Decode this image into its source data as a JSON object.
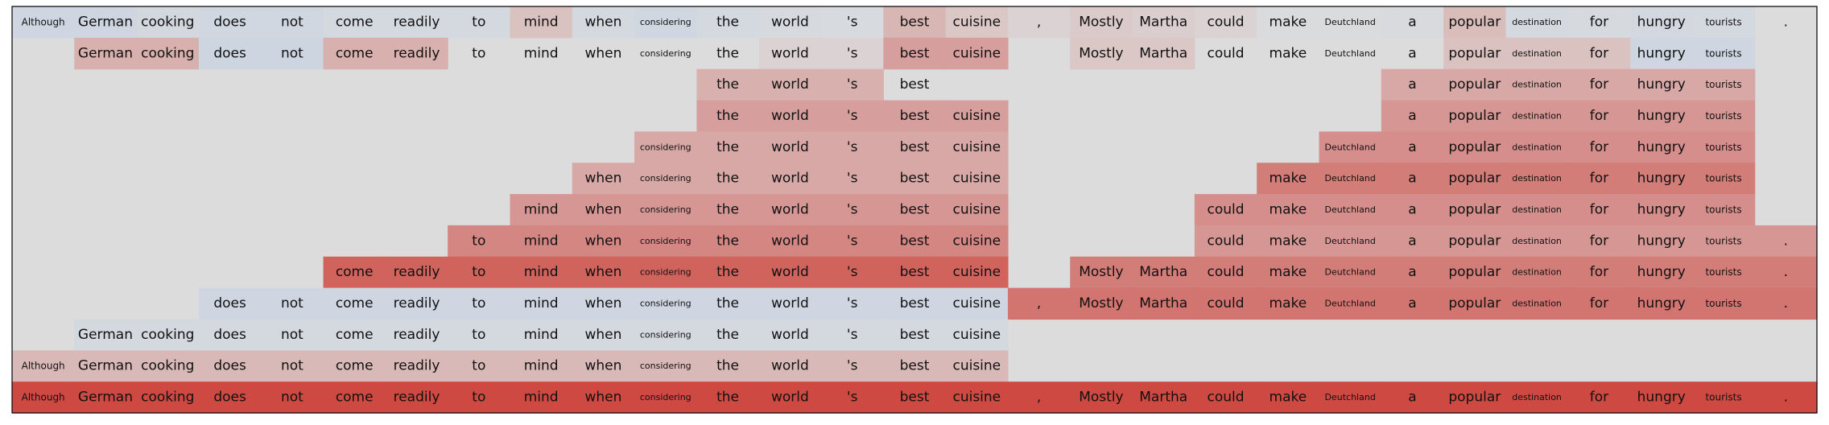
{
  "chart_data": {
    "type": "heatmap",
    "title": "",
    "tokens": [
      "Although",
      "German",
      "cooking",
      "does",
      "not",
      "come",
      "readily",
      "to",
      "mind",
      "when",
      "considering",
      "the",
      "world",
      "'s",
      "best",
      "cuisine",
      ",",
      "Mostly",
      "Martha",
      "could",
      "make",
      "Deutchland",
      "a",
      "popular",
      "destination",
      "for",
      "hungry",
      "tourists",
      "."
    ],
    "row_spans": [
      [
        0,
        28
      ],
      [
        1,
        15
      ],
      [
        11,
        14
      ],
      [
        11,
        15
      ],
      [
        10,
        15
      ],
      [
        9,
        15
      ],
      [
        8,
        15
      ],
      [
        7,
        15
      ],
      [
        5,
        15
      ],
      [
        3,
        15
      ],
      [
        1,
        15
      ],
      [
        0,
        15
      ],
      [
        0,
        28
      ]
    ],
    "row_spans_b": [
      null,
      [
        17,
        27
      ],
      [
        22,
        27
      ],
      [
        22,
        27
      ],
      [
        21,
        27
      ],
      [
        20,
        27
      ],
      [
        19,
        27
      ],
      [
        19,
        28
      ],
      [
        17,
        28
      ],
      [
        16,
        28
      ],
      null,
      null,
      null
    ],
    "score_scale": "-1 (blue) to +1 (red), 0 = grey background",
    "values": [
      [
        -0.25,
        -0.25,
        -0.18,
        -0.22,
        -0.22,
        -0.15,
        -0.15,
        -0.15,
        0.15,
        -0.15,
        -0.22,
        -0.15,
        -0.12,
        -0.1,
        0.22,
        0.12,
        0.05,
        0.1,
        0.08,
        0.05,
        -0.05,
        -0.05,
        -0.08,
        0.18,
        -0.15,
        -0.12,
        -0.2,
        -0.15,
        0.0
      ],
      [
        0,
        0.25,
        0.25,
        -0.3,
        -0.3,
        0.25,
        0.25,
        0,
        0,
        0,
        0,
        0,
        0.05,
        0.05,
        0.35,
        0.35,
        0,
        0.12,
        0.12,
        0,
        0,
        0,
        0,
        0.15,
        0.15,
        0.15,
        -0.25,
        -0.25,
        0
      ],
      [
        0,
        0,
        0,
        0,
        0,
        0,
        0,
        0,
        0,
        0,
        0,
        0.25,
        0.25,
        0.25,
        0,
        0,
        0,
        0,
        0,
        0,
        0,
        0,
        0.3,
        0.3,
        0.3,
        0.3,
        0.3,
        0.3,
        0
      ],
      [
        0,
        0,
        0,
        0,
        0,
        0,
        0,
        0,
        0,
        0,
        0,
        0.35,
        0.35,
        0.35,
        0.35,
        0.35,
        0,
        0,
        0,
        0,
        0,
        0,
        0.4,
        0.4,
        0.4,
        0.4,
        0.4,
        0.4,
        0
      ],
      [
        0,
        0,
        0,
        0,
        0,
        0,
        0,
        0,
        0,
        0,
        0.3,
        0.3,
        0.3,
        0.3,
        0.3,
        0.3,
        0,
        0,
        0,
        0,
        0,
        0.45,
        0.45,
        0.45,
        0.45,
        0.45,
        0.45,
        0.45,
        0
      ],
      [
        0,
        0,
        0,
        0,
        0,
        0,
        0,
        0,
        0,
        0.3,
        0.3,
        0.3,
        0.3,
        0.3,
        0.3,
        0.3,
        0,
        0,
        0,
        0,
        0.55,
        0.55,
        0.55,
        0.55,
        0.55,
        0.55,
        0.55,
        0.55,
        0
      ],
      [
        0,
        0,
        0,
        0,
        0,
        0,
        0,
        0,
        0.4,
        0.4,
        0.4,
        0.4,
        0.4,
        0.4,
        0.4,
        0.4,
        0,
        0,
        0,
        0.45,
        0.45,
        0.45,
        0.45,
        0.45,
        0.45,
        0.45,
        0.45,
        0.45,
        0
      ],
      [
        0,
        0,
        0,
        0,
        0,
        0,
        0,
        0.5,
        0.5,
        0.5,
        0.5,
        0.5,
        0.5,
        0.5,
        0.5,
        0.5,
        0,
        0,
        0,
        0.4,
        0.4,
        0.4,
        0.4,
        0.4,
        0.4,
        0.4,
        0.4,
        0.4,
        0.4
      ],
      [
        0,
        0,
        0,
        0,
        0,
        0.7,
        0.7,
        0.7,
        0.7,
        0.7,
        0.7,
        0.7,
        0.7,
        0.7,
        0.7,
        0.7,
        0,
        0.55,
        0.55,
        0.55,
        0.55,
        0.55,
        0.55,
        0.55,
        0.55,
        0.55,
        0.55,
        0.55,
        0.55
      ],
      [
        0,
        0,
        0,
        -0.25,
        -0.25,
        -0.25,
        -0.25,
        -0.25,
        -0.25,
        -0.25,
        -0.25,
        -0.25,
        -0.25,
        -0.25,
        -0.25,
        -0.25,
        0.6,
        0.6,
        0.6,
        0.6,
        0.6,
        0.6,
        0.6,
        0.6,
        0.6,
        0.6,
        0.6,
        0.6,
        0.6
      ],
      [
        0,
        -0.15,
        -0.15,
        -0.15,
        -0.15,
        -0.15,
        -0.15,
        -0.15,
        -0.15,
        -0.15,
        -0.15,
        -0.15,
        -0.15,
        -0.15,
        -0.15,
        -0.15,
        0,
        0,
        0,
        0,
        0,
        0,
        0,
        0,
        0,
        0,
        0,
        0,
        0
      ],
      [
        0.2,
        0.2,
        0.2,
        0.2,
        0.2,
        0.2,
        0.2,
        0.2,
        0.2,
        0.2,
        0.2,
        0.2,
        0.2,
        0.2,
        0.2,
        0.2,
        0,
        0,
        0,
        0,
        0,
        0,
        0,
        0,
        0,
        0,
        0,
        0,
        0
      ],
      [
        0.85,
        0.85,
        0.85,
        0.85,
        0.85,
        0.85,
        0.85,
        0.85,
        0.85,
        0.85,
        0.85,
        0.85,
        0.85,
        0.85,
        0.85,
        0.85,
        0.85,
        0.85,
        0.85,
        0.85,
        0.85,
        0.85,
        0.85,
        0.85,
        0.85,
        0.85,
        0.85,
        0.85,
        0.85
      ]
    ],
    "colors": {
      "neutral": "#dcdcdc",
      "positive": "#cc2f27",
      "negative": "#a9c4ee",
      "border": "#000000"
    },
    "xlabel": "",
    "ylabel": "",
    "grid": false,
    "legend": "none"
  }
}
